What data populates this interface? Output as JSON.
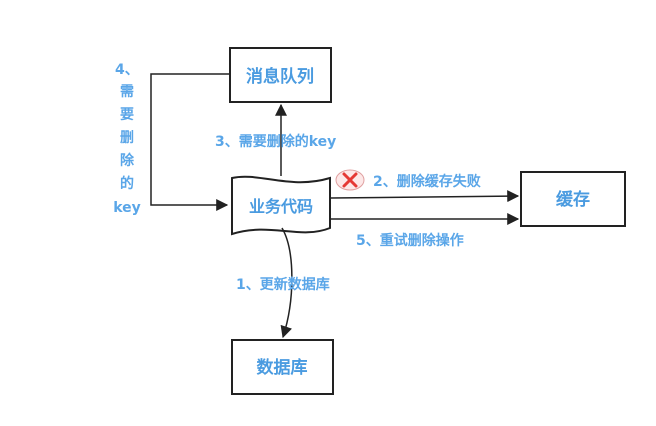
{
  "nodes": {
    "message_queue": "消息队列",
    "business_code": "业务代码",
    "cache": "缓存",
    "database": "数据库"
  },
  "labels": {
    "step1": "1、更新数据库",
    "step2": "2、删除缓存失败",
    "step3": "3、需要删除的key",
    "step4_num": "4、",
    "step4_chars": [
      "需",
      "要",
      "删",
      "除",
      "的"
    ],
    "step4_key": "key",
    "step5": "5、重试删除操作"
  },
  "colors": {
    "text": "#4a9be0",
    "line": "#222222",
    "fail_mark": "#e53935"
  },
  "icons": {
    "fail": "cross-fail-icon"
  }
}
